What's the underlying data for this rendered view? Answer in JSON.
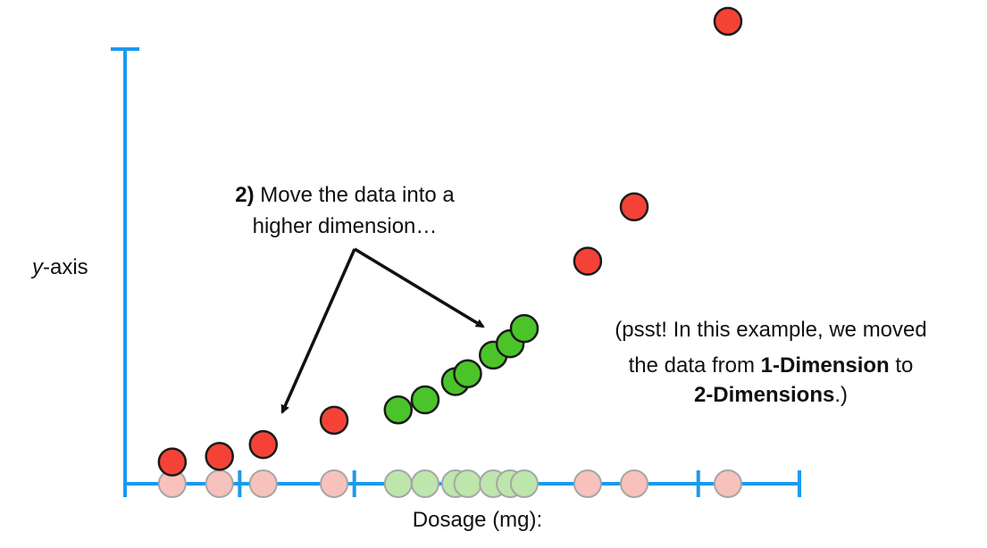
{
  "chart_data": {
    "type": "scatter",
    "title": "",
    "xlabel": "Dosage (mg):",
    "ylabel": {
      "var": "y",
      "rest": "-axis"
    },
    "xlim": [
      0,
      100
    ],
    "ylim": [
      0,
      100
    ],
    "x_ticks": [
      0,
      17,
      34,
      51,
      68,
      85,
      100
    ],
    "grid": false,
    "colors": {
      "axis": "#1a9af0",
      "red": "#f44336",
      "green": "#4bc42a",
      "projected_red": "#f7c2bc",
      "projected_green": "#bde6ac",
      "outline": "#1b1b1b",
      "projected_outline": "#a6a6a6",
      "arrow": "#111111"
    },
    "series": [
      {
        "points": [
          {
            "x": 7,
            "y": 5,
            "color": "red"
          },
          {
            "x": 14,
            "y": 6.3,
            "color": "red"
          },
          {
            "x": 20.5,
            "y": 9,
            "color": "red"
          },
          {
            "x": 31,
            "y": 14.6,
            "color": "red"
          },
          {
            "x": 40.5,
            "y": 17,
            "color": "green"
          },
          {
            "x": 44.5,
            "y": 19.3,
            "color": "green"
          },
          {
            "x": 49,
            "y": 23.5,
            "color": "green"
          },
          {
            "x": 50.8,
            "y": 25.3,
            "color": "green"
          },
          {
            "x": 54.6,
            "y": 29.6,
            "color": "green"
          },
          {
            "x": 57.1,
            "y": 32.2,
            "color": "green"
          },
          {
            "x": 59.2,
            "y": 35.7,
            "color": "green"
          },
          {
            "x": 68.6,
            "y": 51.2,
            "color": "red"
          },
          {
            "x": 75.5,
            "y": 63.7,
            "color": "red"
          },
          {
            "x": 89.4,
            "y": 106.4,
            "color": "red"
          }
        ]
      }
    ],
    "annotations": {
      "top": [
        {
          "bold": "2)",
          "text": " Move the data into a"
        },
        {
          "bold": "",
          "text": "higher dimension…"
        }
      ],
      "side": [
        {
          "parts": [
            {
              "t": "(psst! In this example, we moved",
              "b": false
            }
          ]
        },
        {
          "parts": [
            {
              "t": "the data from ",
              "b": false
            },
            {
              "t": "1-Dimension",
              "b": true
            },
            {
              "t": " to",
              "b": false
            }
          ]
        },
        {
          "parts": [
            {
              "t": "2-Dimensions",
              "b": true
            },
            {
              "t": ".)",
              "b": false
            }
          ]
        }
      ]
    }
  }
}
